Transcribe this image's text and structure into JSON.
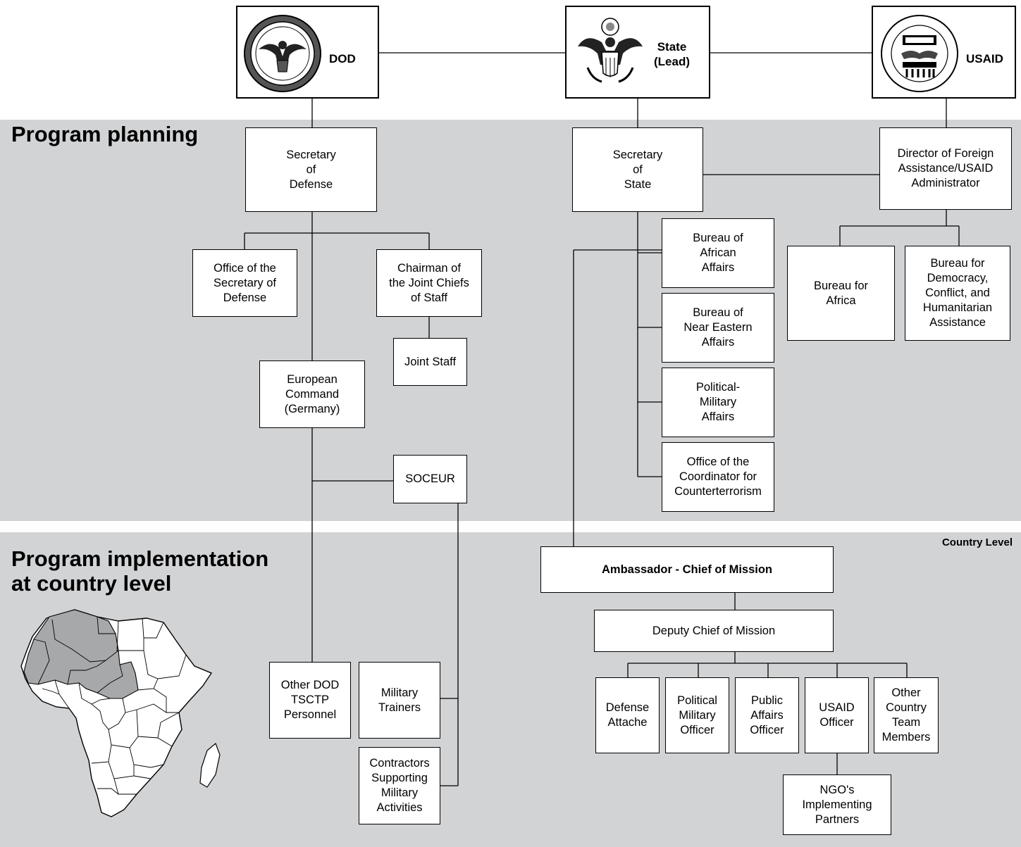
{
  "agencies": {
    "dod": {
      "label": "DOD",
      "seal": "department-of-defense-seal"
    },
    "state": {
      "label": "State\n(Lead)",
      "seal": "great-seal-eagle"
    },
    "usaid": {
      "label": "USAID",
      "seal": "usaid-seal"
    }
  },
  "sections": {
    "planning": "Program planning",
    "implementation": "Program implementation\nat country level",
    "country_level": "Country Level"
  },
  "dod": {
    "secdef": "Secretary\nof\nDefense",
    "osd": "Office of the\nSecretary of\nDefense",
    "cjcs": "Chairman of\nthe Joint Chiefs\nof Staff",
    "joint_staff": "Joint Staff",
    "eucom": "European\nCommand\n(Germany)",
    "soceur": "SOCEUR",
    "other_dod": "Other DOD\nTSCTP\nPersonnel",
    "trainers": "Military\nTrainers",
    "contractors": "Contractors\nSupporting\nMilitary\nActivities"
  },
  "state": {
    "secstate": "Secretary\nof\nState",
    "african": "Bureau of\nAfrican\nAffairs",
    "near_eastern": "Bureau of\nNear Eastern\nAffairs",
    "polmil": "Political-\nMilitary\nAffairs",
    "counterterrorism": "Office of the\nCoordinator for\nCounterterrorism"
  },
  "usaid": {
    "director": "Director of Foreign\nAssistance/USAID\nAdministrator",
    "africa": "Bureau for\nAfrica",
    "dcha": "Bureau for\nDemocracy,\nConflict, and\nHumanitarian\nAssistance"
  },
  "country": {
    "ambassador": "Ambassador - Chief of Mission",
    "dcm": "Deputy Chief of Mission",
    "defense_attache": "Defense\nAttache",
    "polmil_officer": "Political\nMilitary\nOfficer",
    "public_affairs": "Public\nAffairs\nOfficer",
    "usaid_officer": "USAID\nOfficer",
    "other_team": "Other\nCountry\nTeam\nMembers",
    "ngo": "NGO's\nImplementing\nPartners"
  },
  "map": {
    "name": "africa-map",
    "highlight_color": "#a7a8aa",
    "band_color": "#d2d3d5"
  }
}
